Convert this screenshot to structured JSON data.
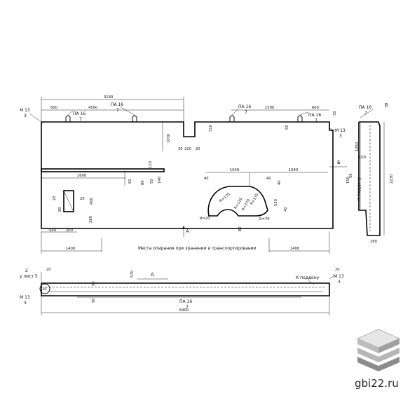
{
  "front_view": {
    "dims": {
      "total_width": "3190",
      "left_offset": "600",
      "left_span": "4500",
      "right_span": "1500",
      "right_offset": "600",
      "height_left": "1030",
      "notch_w": "220",
      "notch_l": "20",
      "notch_r": "20",
      "notch_h": "310",
      "right_notch": "55",
      "right_top": "30",
      "groove_len": "1600",
      "groove_h": "110",
      "groove_dim_a": "60",
      "groove_dim_b": "80",
      "groove_dim_c": "140",
      "groove_dim_d": "50",
      "win_w": "20",
      "win_h": "400",
      "win_side": "20",
      "win_low": "80",
      "win_bottom": "280",
      "bottom_left": "540",
      "bottom_w": "200",
      "bottom_left_margin": "20",
      "arch_left": "1040",
      "arch_right": "1540",
      "arch_w": "40",
      "arch_h": "40",
      "arch_left_v": "40",
      "arch_right_v": "40",
      "arch_h2": "530",
      "arch_small": "80",
      "arch_radius1": "R=170",
      "arch_radius2": "R=120",
      "arch_radius3": "R=370",
      "arch_radius4": "R=170",
      "arch_r20": "R=20",
      "arch_r70": "R=70",
      "support_left": "1400",
      "support_right": "1400",
      "support_note": "Места опирания при хранении и транспортировании",
      "section_a": "А",
      "section_b": "Б"
    },
    "labels": {
      "m13_left": "М 13",
      "m13_left_sub": "3",
      "pa16_1": "ПА 16",
      "pa16_1_sub": "7",
      "pa16_2": "ПА 16",
      "pa16_2_sub": "7",
      "pa16_3": "ПА 16",
      "pa16_3_sub": "7",
      "pa16_4": "ПА 16",
      "pa16_4_sub": "7",
      "m13_right": "М 13",
      "m13_right_sub": "3"
    }
  },
  "side_view": {
    "pa16": "ПА 16",
    "pa16_sub": "7",
    "b_label": "Б",
    "dim_1050": "1050",
    "dim_100": "100",
    "dim_2230": "2230",
    "dim_50": "50",
    "dim_150": "150",
    "dim_180": "180",
    "podon": "К поддону"
  },
  "top_view": {
    "left_2": "2",
    "left_list": "у лист 5",
    "left_20": "20",
    "m13_left": "М 13",
    "m13_left_sub": "3",
    "dim_90a": "90",
    "dim_90b": "90",
    "dim_570": "570",
    "section_a": "А",
    "podon": "К поддону",
    "right_20": "20",
    "m13_right": "М 13",
    "m13_right_sub": "3",
    "pa16": "ПА 16",
    "pa16_sub": "7",
    "total": "6400"
  },
  "watermark": "gbi22.ru"
}
